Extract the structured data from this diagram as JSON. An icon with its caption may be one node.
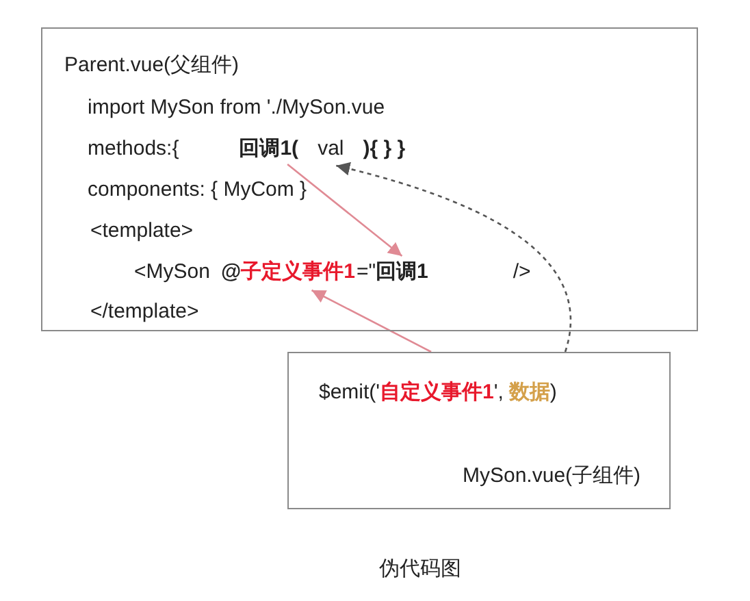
{
  "diagram": {
    "caption": "伪代码图",
    "nodes": [
      {
        "text": [
          "Parent.vue(父组件)"
        ]
      },
      {
        "text": [
          "回调1("
        ],
        "in": 0
      },
      {
        "text": [
          "val"
        ],
        "in": 0
      },
      {
        "text": [
          "子定义事件1"
        ],
        "in": 0
      },
      {
        "text": [
          "回调1"
        ],
        "in": 0
      },
      {
        "text": [
          "MySon.vue(子组件)"
        ]
      }
    ],
    "edges": [
      {
        "from": 1,
        "to": 4,
        "arrow": "to",
        "color": "#e08a94"
      },
      {
        "from": 5,
        "to": 3,
        "arrow": "to",
        "color": "#e08a94"
      },
      {
        "from": 5,
        "to": 2,
        "arrow": "to",
        "style": "dashed",
        "color": "#555555"
      }
    ],
    "labels": [
      "import MySon from './MySon.vue",
      "methods:{",
      "){ } }",
      "components: { MyCom }",
      "<template>",
      "<MySon",
      "@",
      "=\"",
      "/>",
      "</template>",
      "$emit('",
      "自定义事件1",
      "',",
      "数据",
      ")"
    ]
  }
}
